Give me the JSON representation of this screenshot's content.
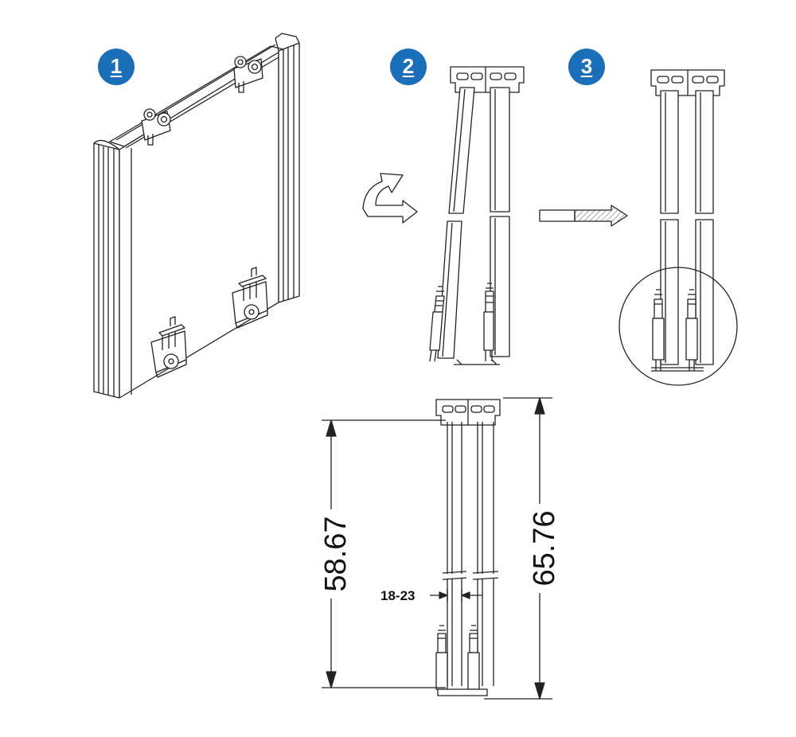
{
  "colors": {
    "badge": "#1a6fb8",
    "line": "#222222"
  },
  "steps": [
    {
      "number": "1"
    },
    {
      "number": "2"
    },
    {
      "number": "3"
    }
  ],
  "dimensions": {
    "inner_height": "58.67",
    "outer_height": "65.76",
    "gap": "18-23"
  }
}
